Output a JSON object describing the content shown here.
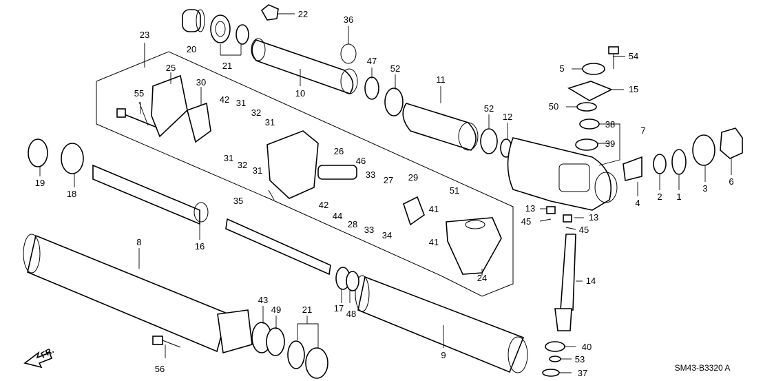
{
  "diagram": {
    "code": "SM43-B3320 A",
    "direction_label": "FR.",
    "callouts": [
      "1",
      "2",
      "3",
      "4",
      "5",
      "6",
      "7",
      "8",
      "9",
      "10",
      "11",
      "12",
      "13",
      "13",
      "14",
      "15",
      "16",
      "17",
      "18",
      "19",
      "20",
      "21",
      "21",
      "22",
      "23",
      "24",
      "25",
      "26",
      "27",
      "28",
      "29",
      "30",
      "31",
      "31",
      "31",
      "31",
      "32",
      "32",
      "33",
      "33",
      "34",
      "35",
      "36",
      "37",
      "38",
      "39",
      "40",
      "41",
      "41",
      "42",
      "42",
      "43",
      "44",
      "45",
      "45",
      "46",
      "47",
      "48",
      "49",
      "50",
      "51",
      "52",
      "52",
      "53",
      "54",
      "55",
      "56"
    ]
  }
}
